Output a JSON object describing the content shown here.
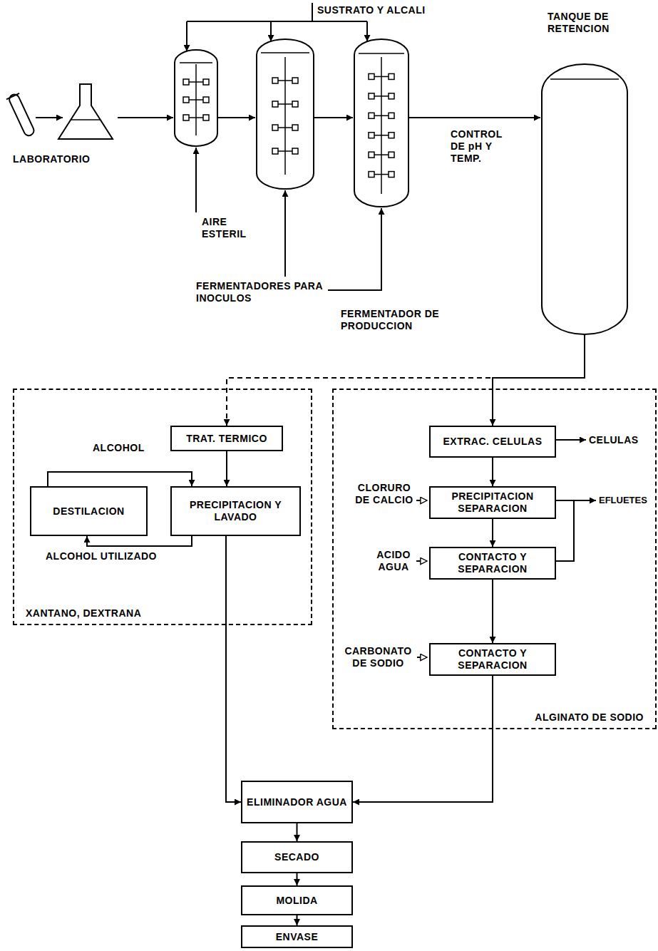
{
  "diagram": {
    "nodes": [
      {
        "text": [
          "TANQUE DE RETENCION"
        ]
      },
      {
        "text": [
          "XANTANO, DEXTRANA"
        ]
      },
      {
        "text": [
          "TRAT. TERMICO"
        ],
        "in": 1
      },
      {
        "text": [
          "DESTILACION"
        ],
        "in": 1
      },
      {
        "text": [
          "PRECIPITACION Y LAVADO"
        ],
        "in": 1
      },
      {
        "text": [
          "ALGINATO DE SODIO"
        ]
      },
      {
        "text": [
          "EXTRAC. CELULAS"
        ],
        "in": 5
      },
      {
        "text": [
          "PRECIPITACION SEPARACION"
        ],
        "in": 5
      },
      {
        "text": [
          "CONTACTO Y SEPARACION"
        ],
        "in": 5
      },
      {
        "text": [
          "CONTACTO Y SEPARACION"
        ],
        "in": 5
      },
      {
        "text": [
          "ELIMINADOR AGUA"
        ]
      },
      {
        "text": [
          "SECADO"
        ]
      },
      {
        "text": [
          "MOLIDA"
        ]
      },
      {
        "text": [
          "ENVASE"
        ]
      }
    ],
    "edges": [
      {
        "from": 0,
        "to": 2,
        "arrow": "to"
      },
      {
        "from": 0,
        "to": 6,
        "arrow": "to"
      },
      {
        "from": 2,
        "to": 4,
        "arrow": "to"
      },
      {
        "from": 3,
        "to": 4,
        "arrow": "to",
        "label": "ALCOHOL"
      },
      {
        "from": 4,
        "to": 3,
        "arrow": "to",
        "label": "ALCOHOL UTILIZADO"
      },
      {
        "from": 4,
        "to": 10,
        "arrow": "to"
      },
      {
        "from": 6,
        "to": 7,
        "arrow": "to"
      },
      {
        "from": 7,
        "to": 8,
        "arrow": "to"
      },
      {
        "from": 8,
        "to": 9,
        "arrow": "to"
      },
      {
        "from": 9,
        "to": 10,
        "arrow": "to"
      },
      {
        "from": 10,
        "to": 11,
        "arrow": "to"
      },
      {
        "from": 11,
        "to": 12,
        "arrow": "to"
      },
      {
        "from": 12,
        "to": 13,
        "arrow": "to"
      }
    ],
    "labels": [
      "SUSTRATO Y ALCALI",
      "LABORATORIO",
      "AIRE ESTERIL",
      "FERMENTADORES PARA INOCULOS",
      "FERMENTADOR DE PRODUCCION",
      "CONTROL DE pH Y TEMP.",
      "CELULAS",
      "CLORURO DE CALCIO",
      "EFLUETES",
      "ACIDO AGUA",
      "CARBONATO DE SODIO"
    ]
  }
}
